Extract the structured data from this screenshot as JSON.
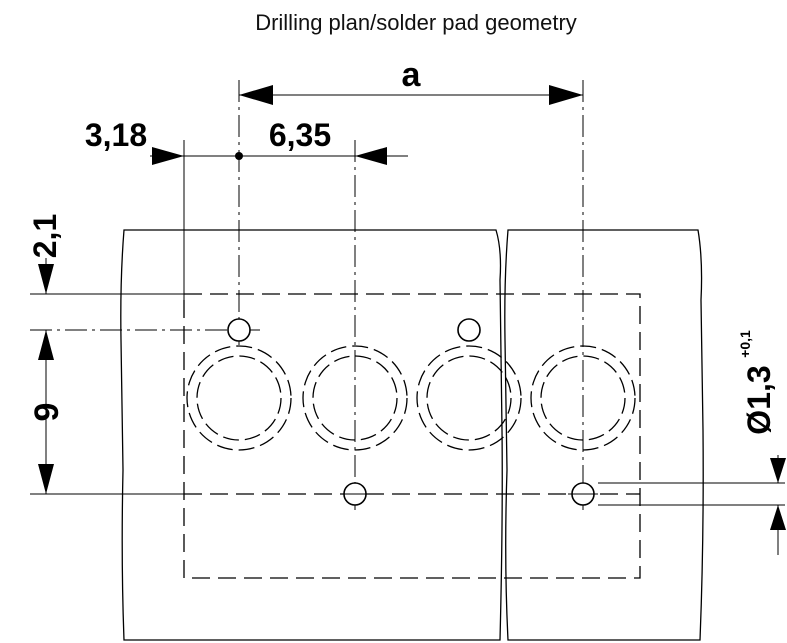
{
  "title": "Drilling plan/solder pad geometry",
  "dimensions": {
    "pitch_label": "a",
    "offset_x": "3,18",
    "spacing_x": "6,35",
    "offset_y": "2,1",
    "spacing_y": "9",
    "hole_diameter": "Ø1,3",
    "hole_tolerance": "+0,1"
  }
}
